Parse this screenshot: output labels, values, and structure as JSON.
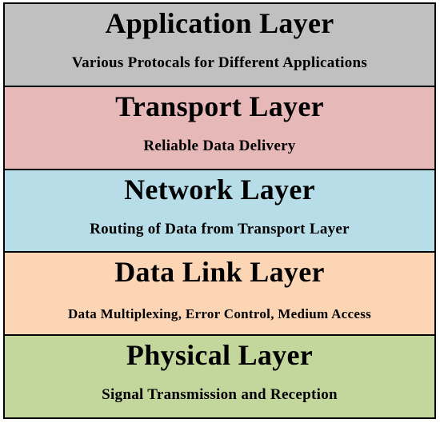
{
  "layers": [
    {
      "title": "Application Layer",
      "description": "Various Protocals for Different Applications",
      "color": "#c0c0c0"
    },
    {
      "title": "Transport Layer",
      "description": "Reliable Data Delivery",
      "color": "#e6b9b8"
    },
    {
      "title": "Network Layer",
      "description": "Routing of Data from Transport Layer",
      "color": "#b7dde8"
    },
    {
      "title": "Data Link Layer",
      "description": "Data Multiplexing, Error Control, Medium Access",
      "color": "#fcd5b5"
    },
    {
      "title": "Physical Layer",
      "description": "Signal Transmission and Reception",
      "color": "#c3d69b"
    }
  ]
}
